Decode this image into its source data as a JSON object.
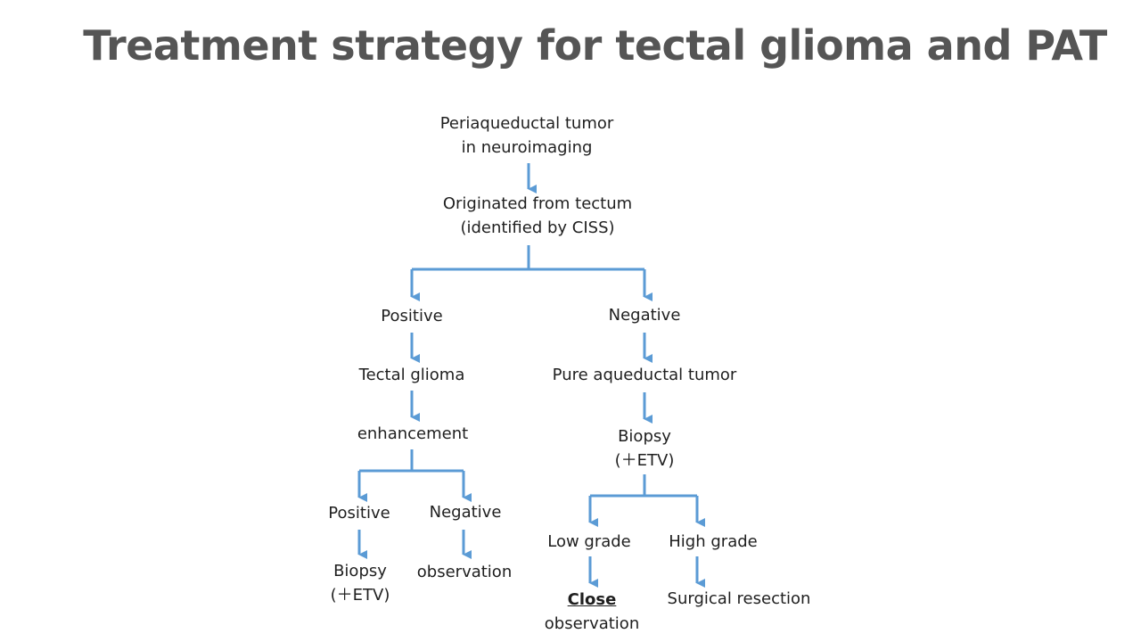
{
  "title": "Treatment strategy for tectal glioma and PAT",
  "colors": {
    "arrow": "#5b9bd5",
    "text": "#1f1f1f",
    "title": "#555555"
  },
  "nodes": {
    "root": [
      "Periaqueductal tumor",
      "in neuroimaging"
    ],
    "origin": [
      "Originated from tectum",
      "(identified by CISS)"
    ],
    "positive": "Positive",
    "negative": "Negative",
    "tectal_glioma": "Tectal glioma",
    "pure_aqueductal": "Pure aqueductal tumor",
    "enhancement": "enhancement",
    "biopsy_right": [
      "Biopsy",
      "(＋ETV)"
    ],
    "enh_positive": "Positive",
    "enh_negative": "Negative",
    "low_grade": "Low grade",
    "high_grade": "High grade",
    "biopsy_left": [
      "Biopsy",
      "(＋ETV)"
    ],
    "observation": "observation",
    "close_observation": [
      "Close",
      "observation"
    ],
    "surgical_resection": "Surgical resection"
  }
}
